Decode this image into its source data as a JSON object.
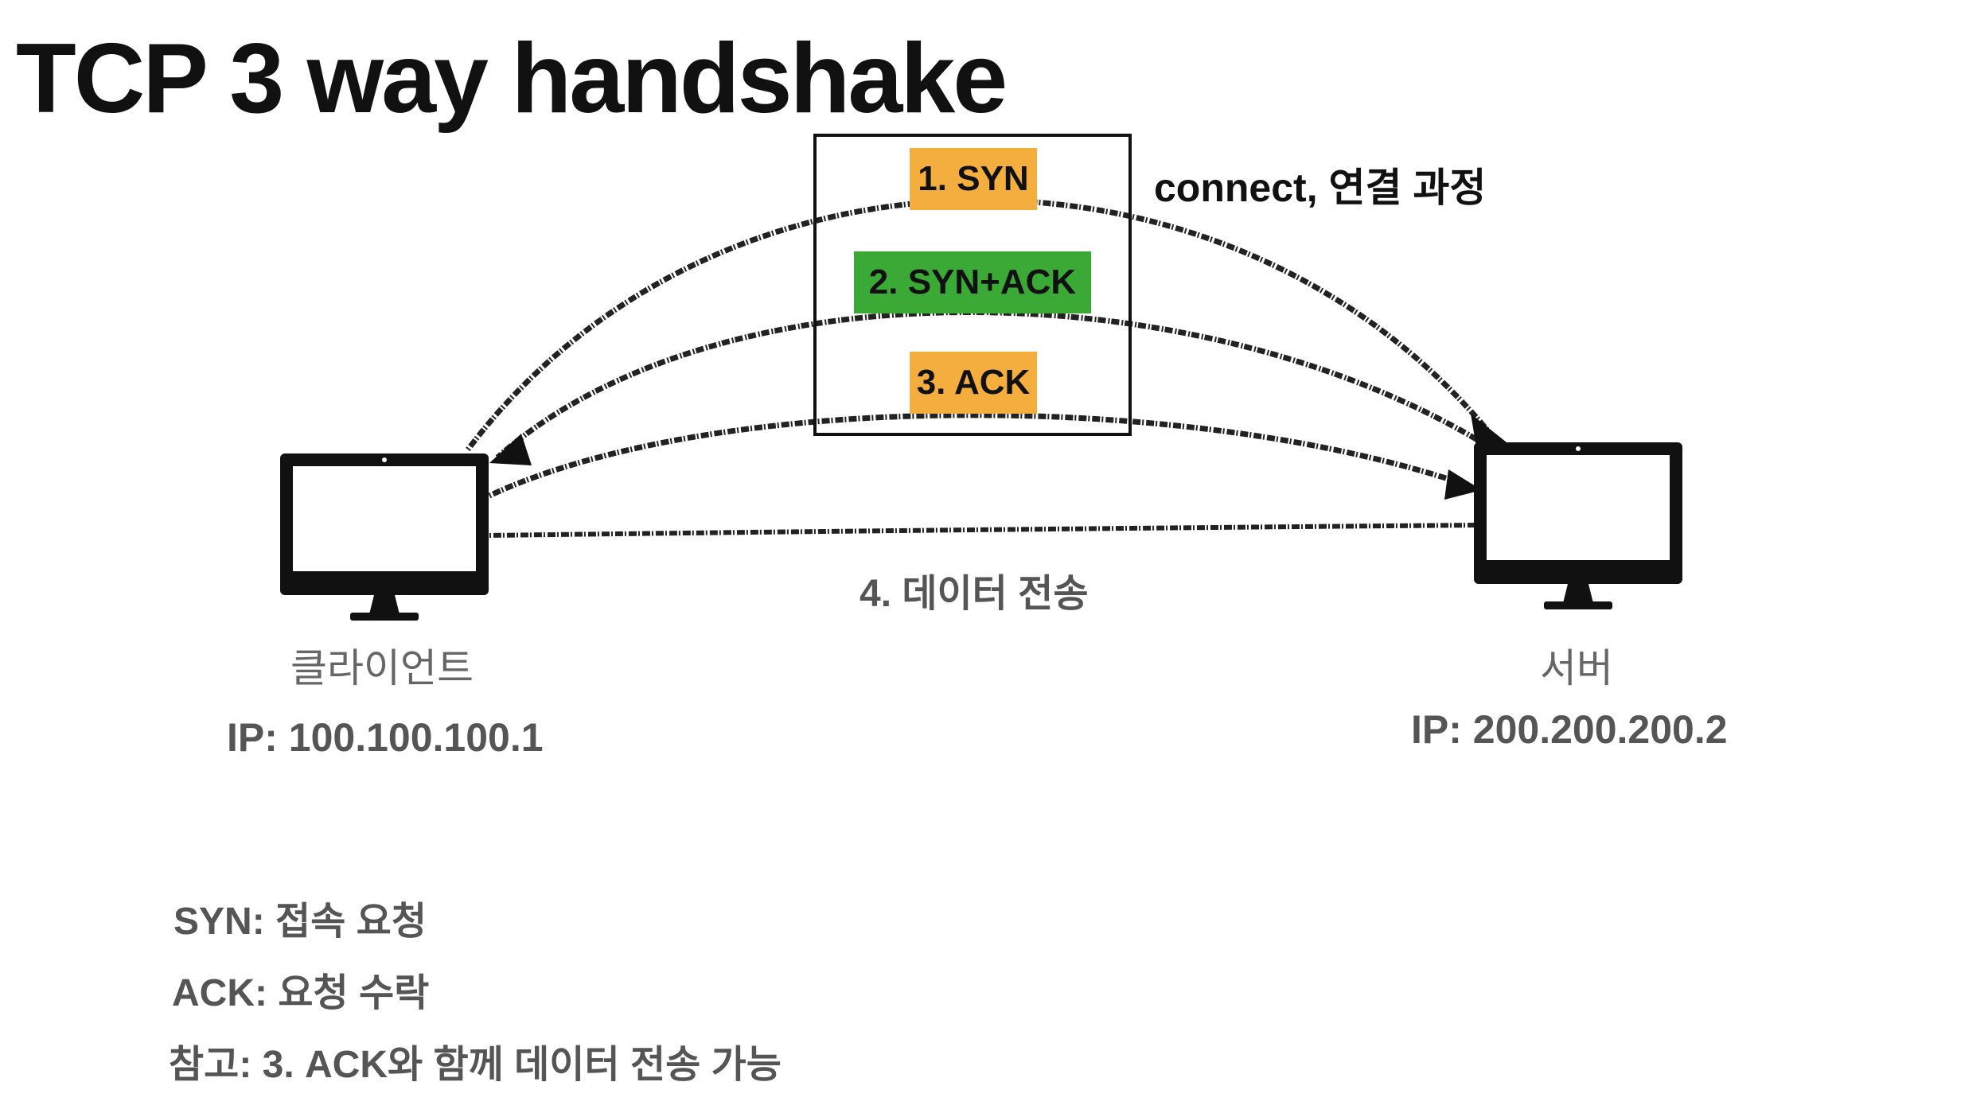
{
  "title": "TCP 3 way handshake",
  "steps": {
    "syn": "1. SYN",
    "syn_ack": "2. SYN+ACK",
    "ack": "3. ACK",
    "data": "4. 데이터 전송"
  },
  "connect_label": "connect, 연결 과정",
  "client": {
    "label": "클라이언트",
    "ip": "IP: 100.100.100.1"
  },
  "server": {
    "label": "서버",
    "ip": "IP: 200.200.200.2"
  },
  "notes": [
    "SYN: 접속 요청",
    "ACK: 요청 수락",
    "참고: 3. ACK와 함께 데이터 전송 가능"
  ],
  "colors": {
    "syn": "#f3ae3d",
    "syn_ack": "#3aa935",
    "ack": "#f3ae3d",
    "text": "#111111",
    "muted": "#555555"
  }
}
